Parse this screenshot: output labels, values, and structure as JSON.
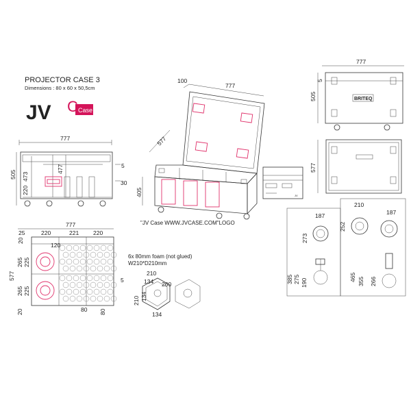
{
  "header": {
    "title": "PROJECTOR CASE 3",
    "dimensions_line": "Dimensions : 80 x 60 x 50,5cm"
  },
  "logo": {
    "letters": "JV",
    "tag": "Case",
    "brand_color": "#d4145a"
  },
  "side_view": {
    "top_width": "777",
    "left_height": "505",
    "inner_height": "473",
    "mid_height": "477",
    "low_height": "220",
    "right_top": "5",
    "right_bottom": "30"
  },
  "perspective_view": {
    "dim_depth": "100",
    "dim_length": "777",
    "dim_width": "577",
    "dim_height": "405",
    "caption": "\"JV Case WWW.JVCASE.COM\"LOGO"
  },
  "top_view": {
    "total_width": "777",
    "col1": "25",
    "col2": "220",
    "col3": "221",
    "col4": "220",
    "gap_left": "20",
    "inner_gap": "120",
    "total_depth": "577",
    "row_a": "265",
    "row_a_inner": "225",
    "row_b": "265",
    "row_b_inner": "225",
    "bottom_left": "20",
    "bottom_mid": "80",
    "bottom_right": "80",
    "right_mark": "5",
    "foam_note_1": "6x 80mm foam (not glued)",
    "foam_note_2": "W210*D210mm"
  },
  "foam_detail": {
    "w": "210",
    "inner": "134",
    "diag": "260",
    "left": "210",
    "side": "134",
    "bottom": "134"
  },
  "front_view": {
    "width": "777",
    "left_height": "505",
    "top_mark": "5",
    "brand": "BRITEQ"
  },
  "back_view": {
    "height": "577"
  },
  "fixture_a": {
    "top": "187",
    "height": "273",
    "total": "385",
    "mid": "275",
    "base": "190"
  },
  "fixture_b": {
    "top_a": "210",
    "top_b": "187",
    "height": "252",
    "total": "465",
    "mid": "355",
    "base": "266"
  }
}
